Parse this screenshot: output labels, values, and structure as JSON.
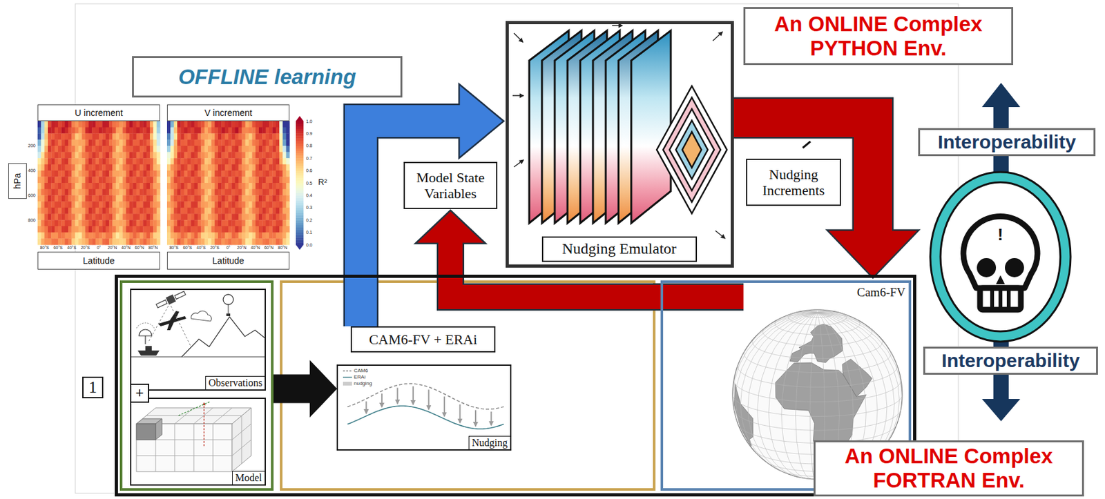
{
  "diagram": {
    "nodes": [
      {
        "text": [
          "OFFLINE learning"
        ]
      },
      {
        "text": [
          "U increment"
        ]
      },
      {
        "text": [
          "V increment"
        ]
      },
      {
        "text": [
          "hPa"
        ]
      },
      {
        "text": [
          "Latitude"
        ]
      },
      {
        "text": [
          "Latitude"
        ]
      },
      {
        "text": [
          "Model State Variables"
        ]
      },
      {
        "text": [
          "Nudging Emulator"
        ]
      },
      {
        "text": [
          "An ONLINE Complex PYTHON Env."
        ]
      },
      {
        "text": [
          "Interoperability"
        ]
      },
      {
        "text": [
          "Interoperability"
        ]
      },
      {
        "text": [
          "1"
        ]
      },
      {
        "text": [
          "+"
        ],
        "in": 11
      },
      {
        "text": [
          "Observations"
        ],
        "in": 12
      },
      {
        "text": [
          "Model"
        ],
        "in": 12
      },
      {
        "text": [
          "CAM6-FV + ERAi"
        ],
        "in": 11
      },
      {
        "text": [
          "Nudging"
        ],
        "in": 11
      },
      {
        "text": [
          "Cam6-FV"
        ],
        "in": 11
      },
      {
        "text": [
          "An ONLINE Complex FORTRAN Env."
        ]
      }
    ],
    "edges": [
      {
        "from": 12,
        "to": 16,
        "arrow": "to"
      },
      {
        "from": 15,
        "to": 7,
        "arrow": "to"
      },
      {
        "from": 7,
        "to": 17,
        "arrow": "to",
        "label": "Nudging Increments"
      },
      {
        "from": 17,
        "to": 6,
        "arrow": "to"
      }
    ],
    "labels": [
      "!",
      "200",
      "400",
      "600",
      "800",
      "80°S",
      "60°S",
      "40°S",
      "20°S",
      "0°",
      "20°N",
      "40°N",
      "60°N",
      "80°N",
      "80°S",
      "60°S",
      "40°S",
      "20°S",
      "0°",
      "20°N",
      "40°N",
      "60°N",
      "80°N",
      "1.0",
      "0.9",
      "0.8",
      "0.7",
      "0.6",
      "0.5",
      "0.4",
      "0.3",
      "0.2",
      "0.1",
      "0.0",
      "R²"
    ],
    "legend": [
      {
        "text": "CAM6"
      },
      {
        "text": "ERAi"
      },
      {
        "text": "nudging",
        "color": "#cccccc"
      }
    ]
  }
}
